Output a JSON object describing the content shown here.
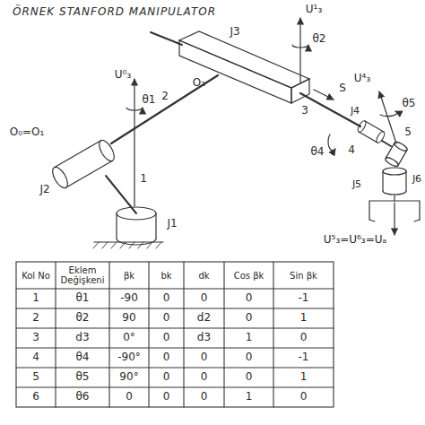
{
  "diagram": {
    "title": "ÖRNEK STANFORD MANIPULATOR",
    "labels": [
      "U⁰₃",
      "θ1",
      "O₀=O₁",
      "J2",
      "1",
      "J1",
      "2",
      "O₂",
      "J3",
      "U¹₃",
      "θ2",
      "S",
      "3",
      "J4",
      "θ4",
      "4",
      "U⁴₃",
      "θ5",
      "5",
      "J5",
      "J6",
      "U⁵₃=U⁶₃=Uₐ",
      "Kol No",
      "Eklem Değişkeni",
      "βk",
      "bk",
      "dk",
      "Cos βk",
      "Sin βk",
      "1",
      "θ1",
      "-90",
      "0",
      "0",
      "0",
      "-1",
      "2",
      "θ2",
      "90",
      "0",
      "d2",
      "0",
      "1",
      "3",
      "d3",
      "0°",
      "0",
      "d3",
      "1",
      "0",
      "4",
      "θ4",
      "-90°",
      "0",
      "0",
      "0",
      "-1",
      "5",
      "θ5",
      "90°",
      "0",
      "0",
      "0",
      "1",
      "6",
      "θ6",
      "0",
      "0",
      "0",
      "1",
      "0"
    ]
  }
}
